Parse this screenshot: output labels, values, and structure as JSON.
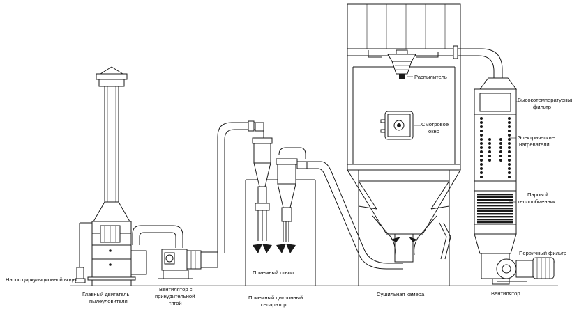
{
  "labels": {
    "pump": "Насос циркуляционной воды",
    "scrubber_motor_l1": "Главный двигатель",
    "scrubber_motor_l2": "пылеуловителя",
    "draft_fan_l1": "Вентилятор с",
    "draft_fan_l2": "принудительной",
    "draft_fan_l3": "тягой",
    "collector": "Приемный ствол",
    "cyclone_l1": "Приемный циклонный",
    "cyclone_l2": "сепаратор",
    "dryer": "Сушильная камера",
    "atomizer": "Распылитель",
    "window_l1": "Смотровое",
    "window_l2": "окно",
    "htfilter_l1": "Высокотемпературный",
    "htfilter_l2": "фильтр",
    "heater_l1": "Электрические",
    "heater_l2": "нагреватели",
    "steam_l1": "Паровой",
    "steam_l2": "теплообменник",
    "prim_filter": "Первичный фильтр",
    "fan": "Вентилятор"
  },
  "icons": {
    "arrow": "leader-arrow",
    "motor": "motor-icon"
  }
}
